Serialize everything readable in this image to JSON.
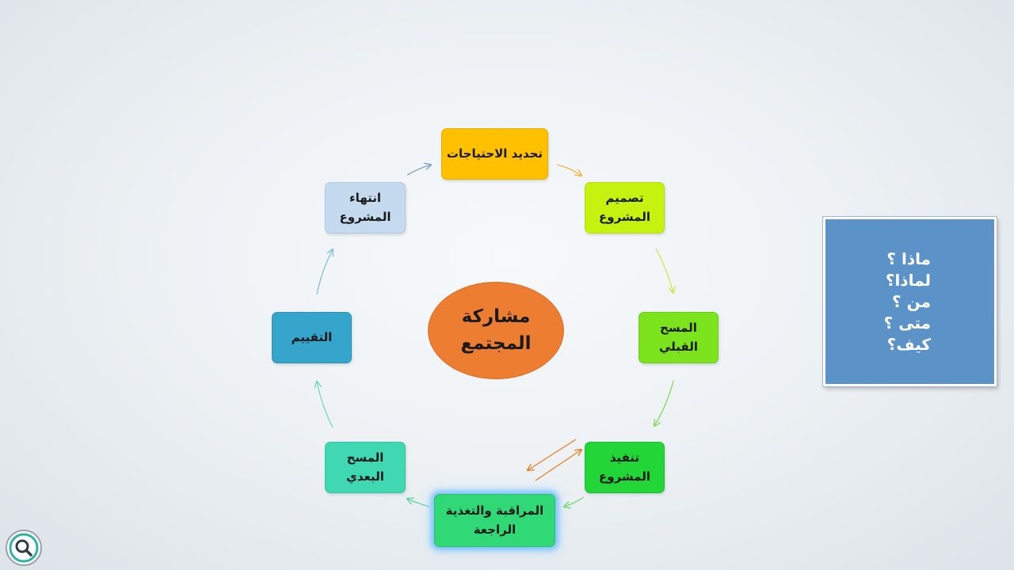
{
  "diagram": {
    "center": {
      "line1": "مشاركة",
      "line2": "المجتمع"
    },
    "steps": {
      "needs": {
        "line1": "تحديد الاحتياجات",
        "line2": ""
      },
      "design": {
        "line1": "تصميم",
        "line2": "المشروع"
      },
      "pre": {
        "line1": "المسح القبلي",
        "line2": ""
      },
      "impl": {
        "line1": "تنفيذ",
        "line2": "المشروع"
      },
      "monitor": {
        "line1": "المراقبة والتغذية",
        "line2": "الراجعة"
      },
      "post": {
        "line1": "المسح",
        "line2": "البعدي"
      },
      "eval": {
        "line1": "التقييم",
        "line2": ""
      },
      "end": {
        "line1": "انتهاء",
        "line2": "المشروع"
      }
    },
    "arrow_colors": {
      "needs_to_design": "#f5b041",
      "design_to_pre": "#c6e84a",
      "pre_to_impl": "#7ed957",
      "impl_monitor": "#e67e22",
      "monitor_to_post": "#5fd39a",
      "post_to_eval": "#6fd9c0",
      "eval_to_end": "#7fbfd6",
      "end_to_needs": "#7f9ccf",
      "impl_to_monitor": "#6fd86f"
    }
  },
  "questions": [
    "ماذا ؟",
    "لماذا؟",
    "من ؟",
    "متى ؟",
    "كيف؟"
  ],
  "logo_icon": "search-icon"
}
